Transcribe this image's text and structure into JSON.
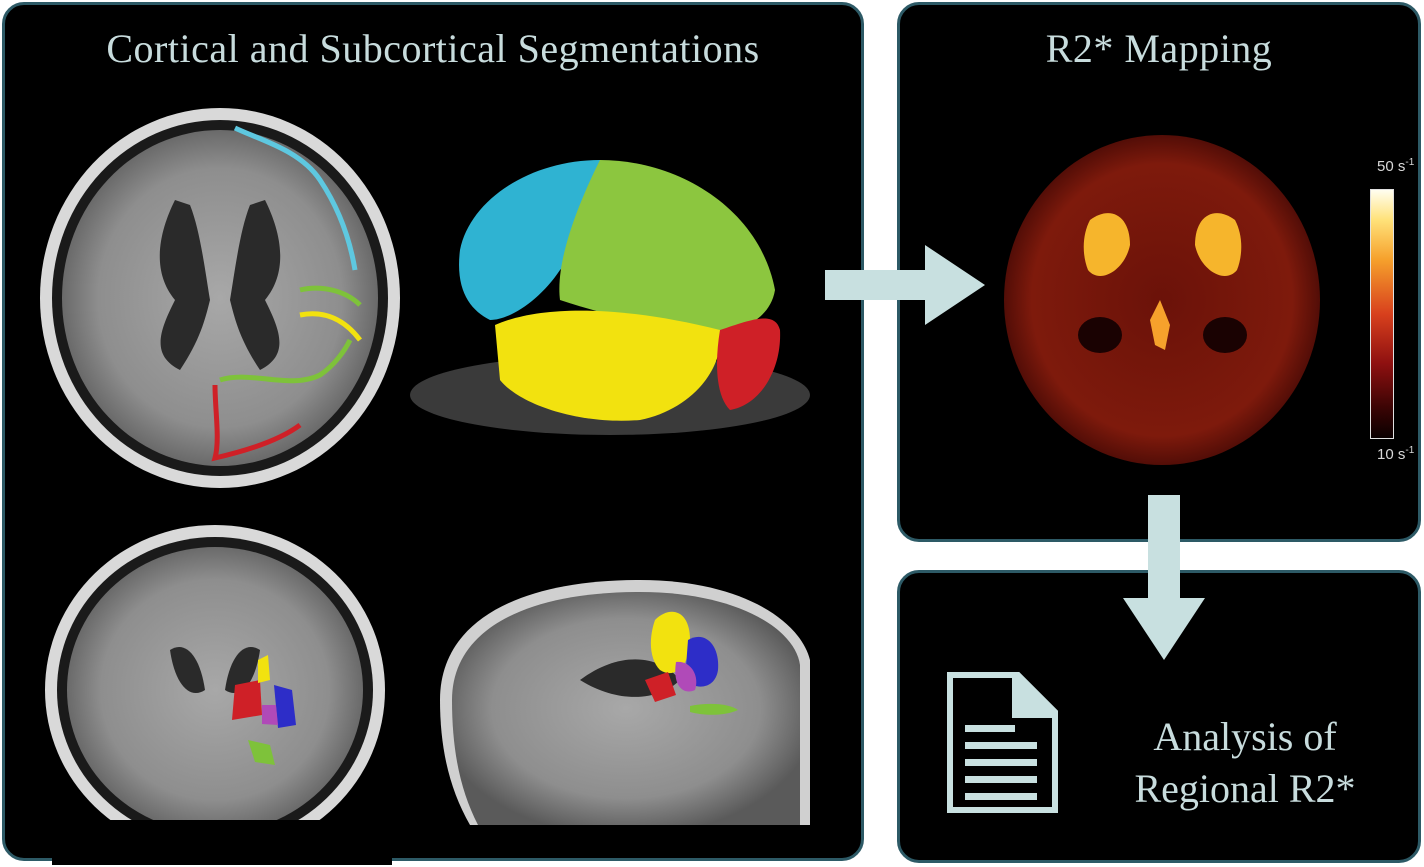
{
  "panels": {
    "segmentation": {
      "title": "Cortical and Subcortical Segmentations"
    },
    "r2_mapping": {
      "title": "R2* Mapping",
      "scale_max": "50 s",
      "scale_max_exp": "-1",
      "scale_min": "10 s",
      "scale_min_exp": "-1"
    },
    "analysis": {
      "line1": "Analysis of",
      "line2": "Regional R2*"
    }
  },
  "colors": {
    "panel_border": "#2d5a66",
    "arrow": "#c8e0e0",
    "title_text": "#c8dcdd",
    "seg_blue": "#2fb3d2",
    "seg_green": "#8cc63f",
    "seg_yellow": "#f2e20f",
    "seg_red": "#cf2027",
    "seg_purple": "#6b3fa0",
    "seg_magenta": "#b04ab8"
  },
  "icons": {
    "document": "document-icon",
    "arrow_right": "arrow-right-icon",
    "arrow_down": "arrow-down-icon"
  }
}
